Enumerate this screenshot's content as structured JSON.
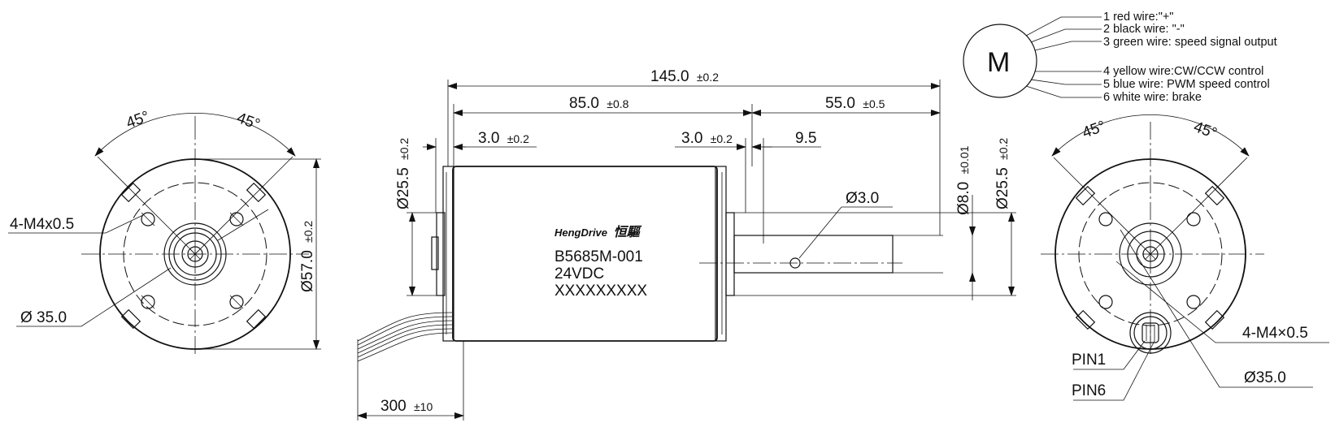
{
  "motor_symbol": {
    "letter": "M"
  },
  "wires": [
    "1 red wire:\"+\"",
    "2 black wire: \"-\"",
    "3 green wire: speed signal output",
    "4 yellow wire:CW/CCW control",
    "5 blue wire: PWM speed control",
    "6 white wire: brake"
  ],
  "label_plate": {
    "brand": "HengDrive",
    "brand_cn": "恒驅",
    "model": "B5685M-001",
    "voltage": "24VDC",
    "serial": "XXXXXXXXX"
  },
  "front_view": {
    "angle_left": "45°",
    "angle_right": "45°",
    "thread": "4-M4x0.5",
    "pilot_dia": "Ø 35.0",
    "outer_dia": {
      "value": "Ø57.0",
      "tol": "±0.2"
    }
  },
  "side_view": {
    "overall_length": {
      "value": "145.0",
      "tol": "±0.2"
    },
    "body_length": {
      "value": "85.0",
      "tol": "±0.8"
    },
    "shaft_length": {
      "value": "55.0",
      "tol": "±0.5"
    },
    "rear_boss": {
      "value": "3.0",
      "tol": "±0.2"
    },
    "front_boss": {
      "value": "3.0",
      "tol": "±0.2"
    },
    "flat_offset": {
      "value": "9.5"
    },
    "pin_hole": {
      "value": "Ø3.0"
    },
    "shaft_dia": {
      "value": "Ø8.0",
      "tol": "±0.01"
    },
    "boss_dia_front": {
      "value": "Ø25.5",
      "tol": "±0.2"
    },
    "boss_dia_rear": {
      "value": "Ø25.5",
      "tol": "±0.2"
    },
    "lead_length": {
      "value": "300",
      "tol": "±10"
    }
  },
  "rear_view": {
    "angle_left": "45°",
    "angle_right": "45°",
    "thread": "4-M4×0.5",
    "pilot_dia": "Ø35.0",
    "pin1": "PIN1",
    "pin6": "PIN6"
  }
}
